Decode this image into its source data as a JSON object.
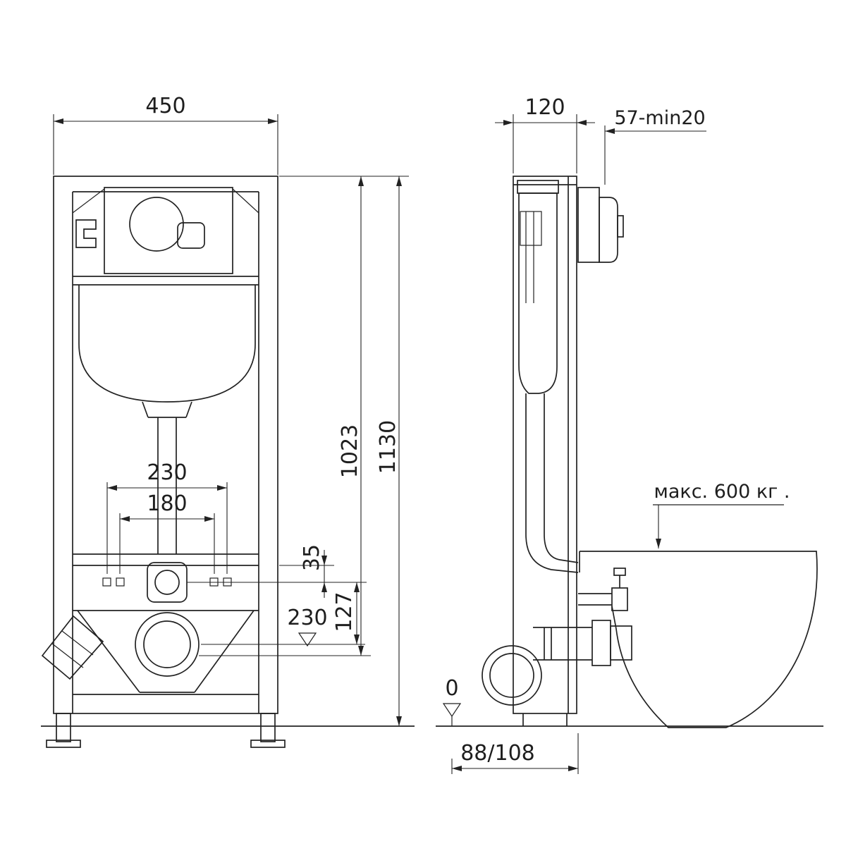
{
  "drawing": {
    "kind": "wc-concealed-frame-installation-drawing",
    "background": "#ffffff",
    "line_color": "#222222"
  },
  "labels": {
    "front_width": "450",
    "depth": "120",
    "button_depth": "57-min20",
    "flush_height": "1023",
    "total_height": "1130",
    "fixing_spacing_outer": "230",
    "fixing_spacing_inner": "180",
    "plate_offset": "35",
    "drain_offset": "127",
    "water_level": "230",
    "max_load": "макс. 600 кг .",
    "zero_level": "0",
    "drain_outlet": "88/108"
  }
}
